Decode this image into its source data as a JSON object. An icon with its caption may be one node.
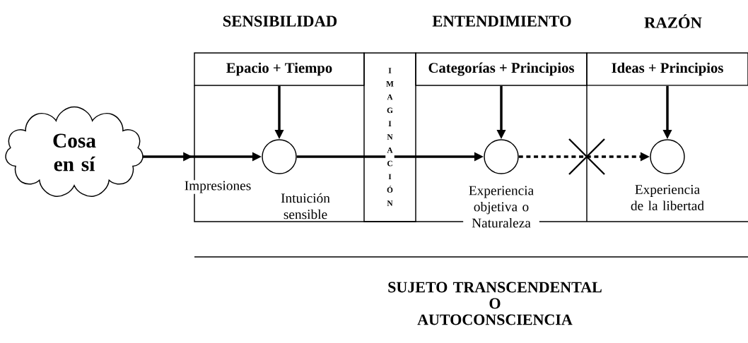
{
  "diagram": {
    "nodes": [
      {
        "text": [
          "Cosa en sí"
        ]
      },
      {
        "text": [
          "Epacio + Tiempo"
        ]
      },
      {
        "text": [],
        "shape": "circle",
        "beside": [
          "Intuición sensible"
        ]
      },
      {
        "text": [
          "IMAGINACIÓN"
        ]
      },
      {
        "text": [
          "Categorías + Principios"
        ]
      },
      {
        "text": [],
        "shape": "circle",
        "beside": [
          "Experiencia objetiva o Naturaleza"
        ]
      },
      {
        "text": [
          "Ideas + Principios"
        ]
      },
      {
        "text": [],
        "shape": "circle",
        "beside": [
          "Experiencia de la libertad"
        ]
      }
    ],
    "edges": [
      {
        "from": 0,
        "to": 2,
        "arrow": "to"
      },
      {
        "from": 1,
        "to": 2,
        "arrow": "to"
      },
      {
        "from": 2,
        "to": 3,
        "arrow": "none"
      },
      {
        "from": 3,
        "to": 5,
        "arrow": "to"
      },
      {
        "from": 4,
        "to": 5,
        "arrow": "to"
      },
      {
        "from": 5,
        "to": 7,
        "arrow": "to",
        "style": "dashed"
      },
      {
        "from": 6,
        "to": 7,
        "arrow": "to"
      }
    ],
    "labels": [
      "SENSIBILIDAD",
      "ENTENDIMIENTO",
      "RAZÓN",
      "Impresiones",
      "SUJETO TRANSCENDENTAL O AUTOCONSCIENCIA"
    ]
  }
}
